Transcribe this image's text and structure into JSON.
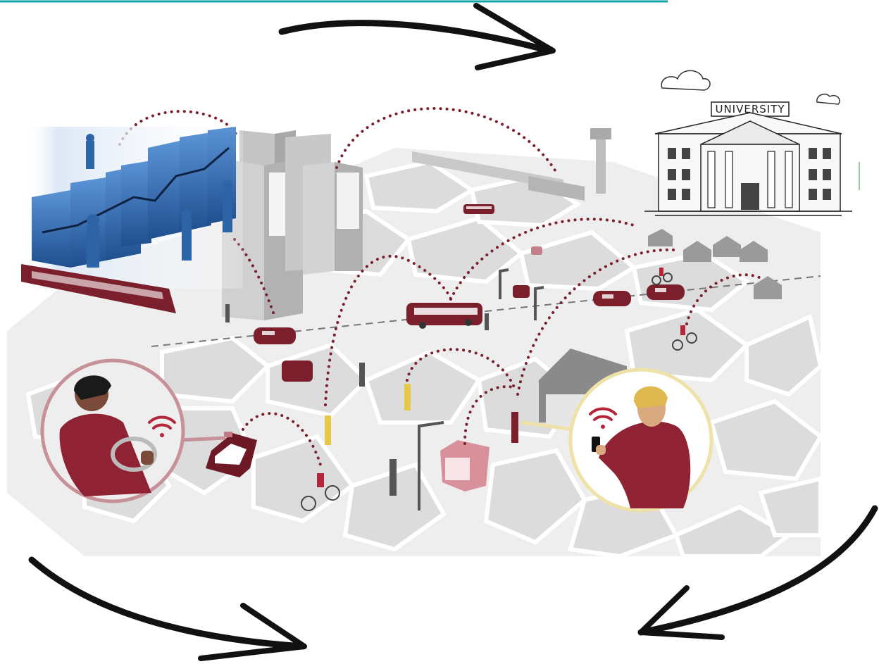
{
  "university": {
    "sign_text": "UNIVERSITY"
  },
  "colors": {
    "accent_line": "#14a4a4",
    "maroon": "#7a1f2b",
    "maroon_dark": "#5e1620",
    "city_grey": "#d9d9d9",
    "building_grey": "#bdbdbd",
    "business_blue": "#2f6db3",
    "arrow_black": "#111111",
    "wifi_red": "#b3263a"
  },
  "icons": [
    "business-growth-illustration",
    "university-sketch",
    "smart-city-map",
    "driver-portrait",
    "smartphone-user-portrait",
    "wifi-icon",
    "cycle-arrow"
  ]
}
